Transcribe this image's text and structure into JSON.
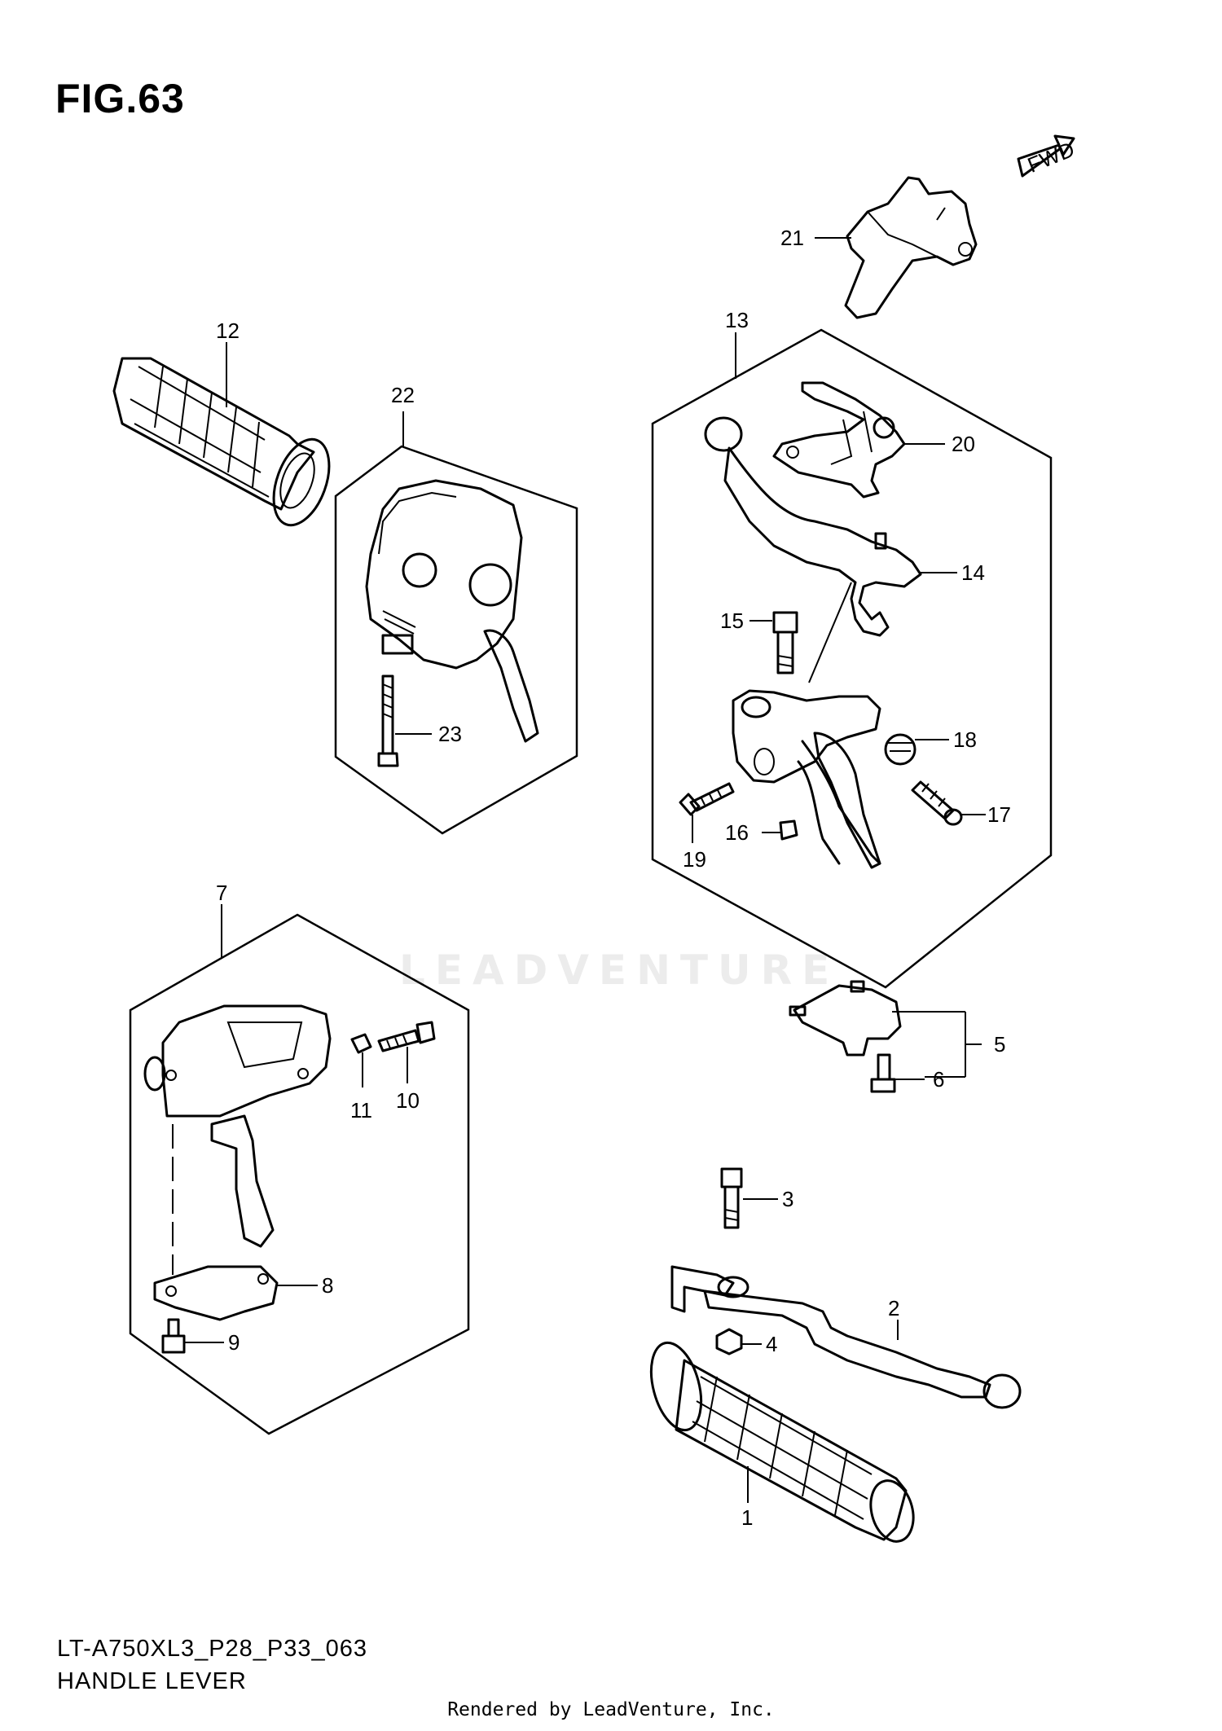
{
  "figure_title": "FIG.63",
  "model_code": "LT-A750XL3_P28_P33_063",
  "diagram_name": "HANDLE LEVER",
  "footer": "Rendered by LeadVenture, Inc.",
  "watermark": "LEADVENTURE",
  "fwd_label": "FWD",
  "callouts": {
    "c1": "1",
    "c2": "2",
    "c3": "3",
    "c4": "4",
    "c5": "5",
    "c6": "6",
    "c7": "7",
    "c8": "8",
    "c9": "9",
    "c10": "10",
    "c11": "11",
    "c12": "12",
    "c13": "13",
    "c14": "14",
    "c15": "15",
    "c16": "16",
    "c17": "17",
    "c18": "18",
    "c19": "19",
    "c20": "20",
    "c21": "21",
    "c22": "22",
    "c23": "23"
  }
}
